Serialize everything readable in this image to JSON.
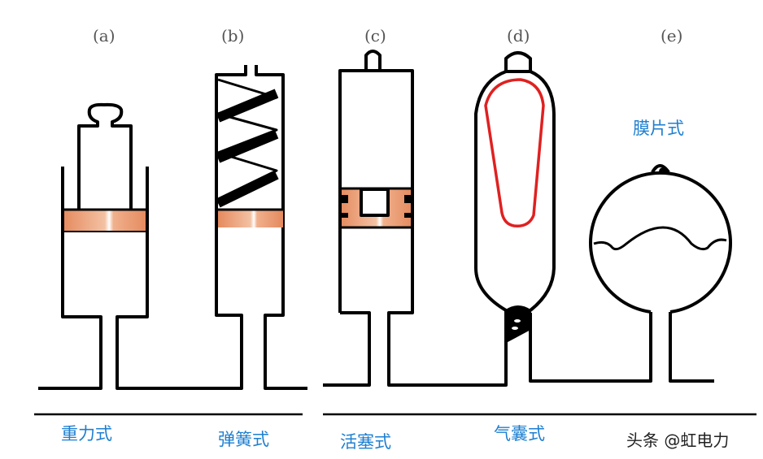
{
  "panels": [
    {
      "letter": "(a)",
      "caption": "重力式"
    },
    {
      "letter": "(b)",
      "caption": "弹簧式"
    },
    {
      "letter": "(c)",
      "caption": "活塞式"
    },
    {
      "letter": "(d)",
      "caption": "气囊式"
    },
    {
      "letter": "(e)",
      "caption": "膜片式"
    }
  ],
  "watermark": "头条 @虹电力",
  "colors": {
    "caption": "#1e7fd0",
    "piston": "#e58a5e",
    "bladder": "#e02020",
    "line": "#000000"
  }
}
